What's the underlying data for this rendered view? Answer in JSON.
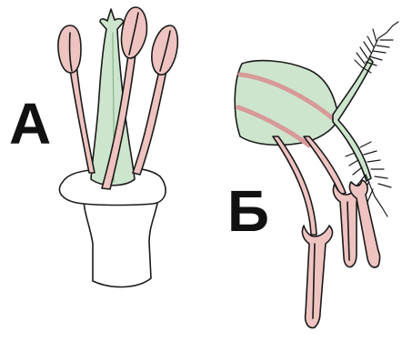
{
  "labels": {
    "a": "А",
    "b": "Б"
  },
  "colors": {
    "outline": "#1a1a1a",
    "stamen_pink": "#eec3c0",
    "pistil_green": "#cde5cd",
    "vein_pink": "#e3a9a7",
    "background": "#ffffff"
  },
  "icons": {
    "figure_a": "flower-stamens-and-pistil-on-receptacle",
    "figure_b": "ovary-with-feathery-stigmas-and-anthers"
  }
}
